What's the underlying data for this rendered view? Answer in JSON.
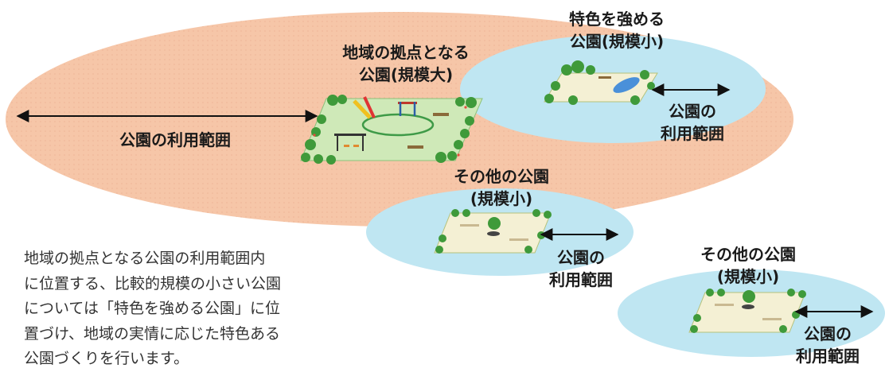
{
  "labels": {
    "main_park_title_line1": "地域の拠点となる",
    "main_park_title_line2": "公園(規模大)",
    "main_park_range": "公園の利用範囲",
    "feature_park_title_line1": "特色を強める",
    "feature_park_title_line2": "公園(規模小)",
    "feature_park_range_line1": "公園の",
    "feature_park_range_line2": "利用範囲",
    "other_park1_title_line1": "その他の公園",
    "other_park1_title_line2": "(規模小)",
    "other_park1_range_line1": "公園の",
    "other_park1_range_line2": "利用範囲",
    "other_park2_title_line1": "その他の公園",
    "other_park2_title_line2": "(規模小)",
    "other_park2_range_line1": "公園の",
    "other_park2_range_line2": "利用範囲"
  },
  "description": "地域の拠点となる公園の利用範囲内\nに位置する、比較的規模の小さい公園\nについては「特色を強める公園」に位\n置づけ、地域の実情に応じた特色ある\n公園づくりを行います。",
  "colors": {
    "large_range": "#f6c6a8",
    "small_range": "#bfe6f2",
    "park_ground": "#f4f0d4",
    "park_grass": "#cfe9b8",
    "tree": "#3f9a3a"
  }
}
